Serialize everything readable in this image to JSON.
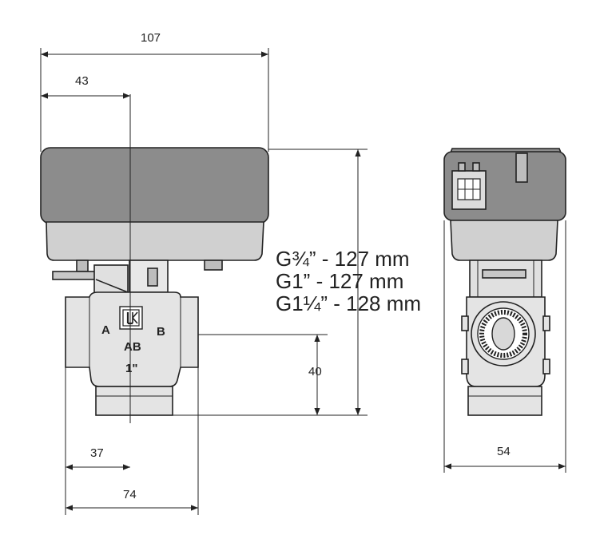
{
  "dimensions": {
    "total_width": "107",
    "axis_offset": "43",
    "body_half": "37",
    "body_width": "74",
    "lower_height": "40",
    "side_width": "54"
  },
  "height_specs": [
    "G¾” - 127 mm",
    "G1” - 127 mm",
    "G1¼” - 128 mm"
  ],
  "port_labels": {
    "a": "A",
    "b": "B",
    "ab": "AB",
    "size": "1\""
  },
  "colors": {
    "actuator_cover": "#8c8c8c",
    "actuator_base": "#d0d0d0",
    "valve_body": "#e4e4e4",
    "line": "#222222",
    "background": "#ffffff"
  }
}
